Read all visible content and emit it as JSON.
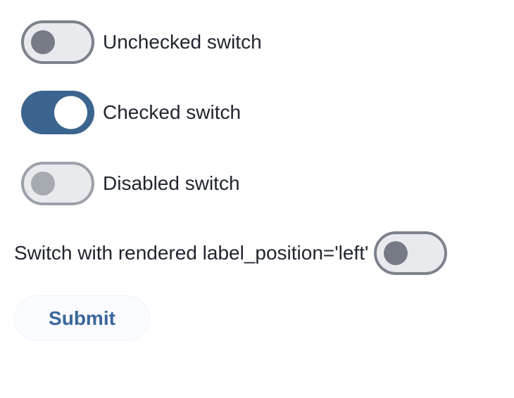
{
  "page": {
    "background": "#ffffff"
  },
  "switches": [
    {
      "label": "Unchecked switch",
      "state": "unchecked",
      "label_position": "right"
    },
    {
      "label": "Checked switch",
      "state": "checked",
      "label_position": "right"
    },
    {
      "label": "Disabled switch",
      "state": "disabled",
      "label_position": "right"
    },
    {
      "label": "Switch with rendered label_position='left'",
      "state": "unchecked",
      "label_position": "left"
    }
  ],
  "submit": {
    "label": "Submit"
  },
  "colors": {
    "accent_checked": "#3b648e",
    "track_off_fill": "#e9eaee",
    "track_off_border": "#7c828c",
    "knob_off": "#767b85",
    "knob_on": "#ffffff",
    "disabled_track_border": "#9ca1a9",
    "disabled_knob": "#a6aab1",
    "label_text": "#21252f",
    "submit_text": "#39669b",
    "submit_bg": "#fafbfe"
  }
}
